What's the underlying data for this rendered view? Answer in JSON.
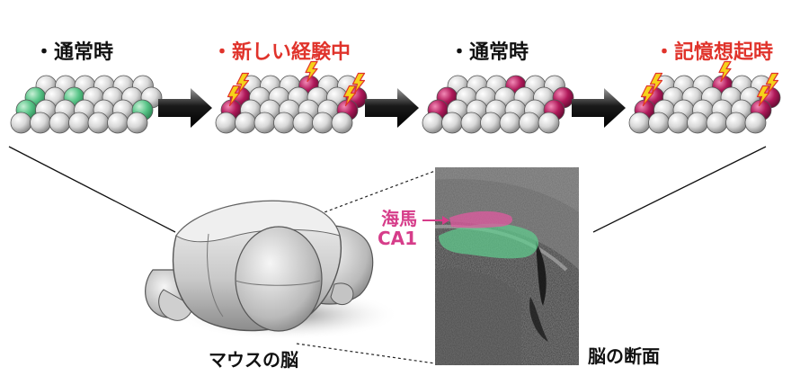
{
  "titles": [
    {
      "text": "・通常時",
      "highlight": false
    },
    {
      "text": "・新しい経験中",
      "highlight": true
    },
    {
      "text": "・通常時",
      "highlight": false
    },
    {
      "text": "・記憶想起時",
      "highlight": true
    }
  ],
  "colors": {
    "normal_text": "#111111",
    "highlight_text": "#e0332b",
    "green_cell": "#4fbf80",
    "active_cell": "#b0195a",
    "grey_cell": "#d9d9d9",
    "bolt": "#f5d21a",
    "hippo_label": "#d63d8a",
    "ca1_overlay": "#e05aa0",
    "hippocampus_overlay": "#5fcf8f"
  },
  "cell_sets": [
    {
      "state": "normal",
      "active_color": "green_cell",
      "active_cells": [
        6,
        8,
        13,
        19
      ],
      "bolts": []
    },
    {
      "state": "new_experience",
      "active_color": "active_cell",
      "active_cells": [
        3,
        6,
        12,
        13,
        19
      ],
      "bolts": [
        3,
        6,
        12,
        13,
        19
      ]
    },
    {
      "state": "normal",
      "active_color": "active_cell",
      "active_cells": [
        3,
        6,
        12,
        13,
        19
      ],
      "bolts": []
    },
    {
      "state": "recall",
      "active_color": "active_cell",
      "active_cells": [
        3,
        6,
        12,
        13,
        19
      ],
      "bolts": [
        3,
        6,
        12,
        13,
        19
      ]
    }
  ],
  "hippocampus_label": {
    "line1": "海馬",
    "line2": "CA1"
  },
  "captions": {
    "mouse_brain": "マウスの脳",
    "brain_section": "脳の断面"
  }
}
